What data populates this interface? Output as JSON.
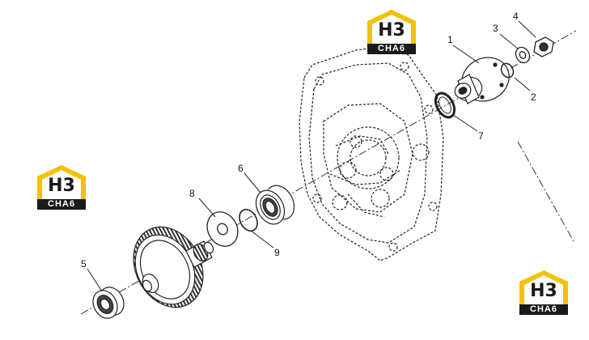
{
  "logo": {
    "mark": "H3",
    "caption": "CHA6",
    "accent": "#f2c200",
    "dark": "#1a1a1a"
  },
  "callouts": {
    "c1": "1",
    "c2": "2",
    "c3": "3",
    "c4": "4",
    "c5": "5",
    "c6": "6",
    "c7": "7",
    "c8": "8",
    "c9": "9"
  },
  "colors": {
    "line": "#222222",
    "background": "#ffffff"
  }
}
